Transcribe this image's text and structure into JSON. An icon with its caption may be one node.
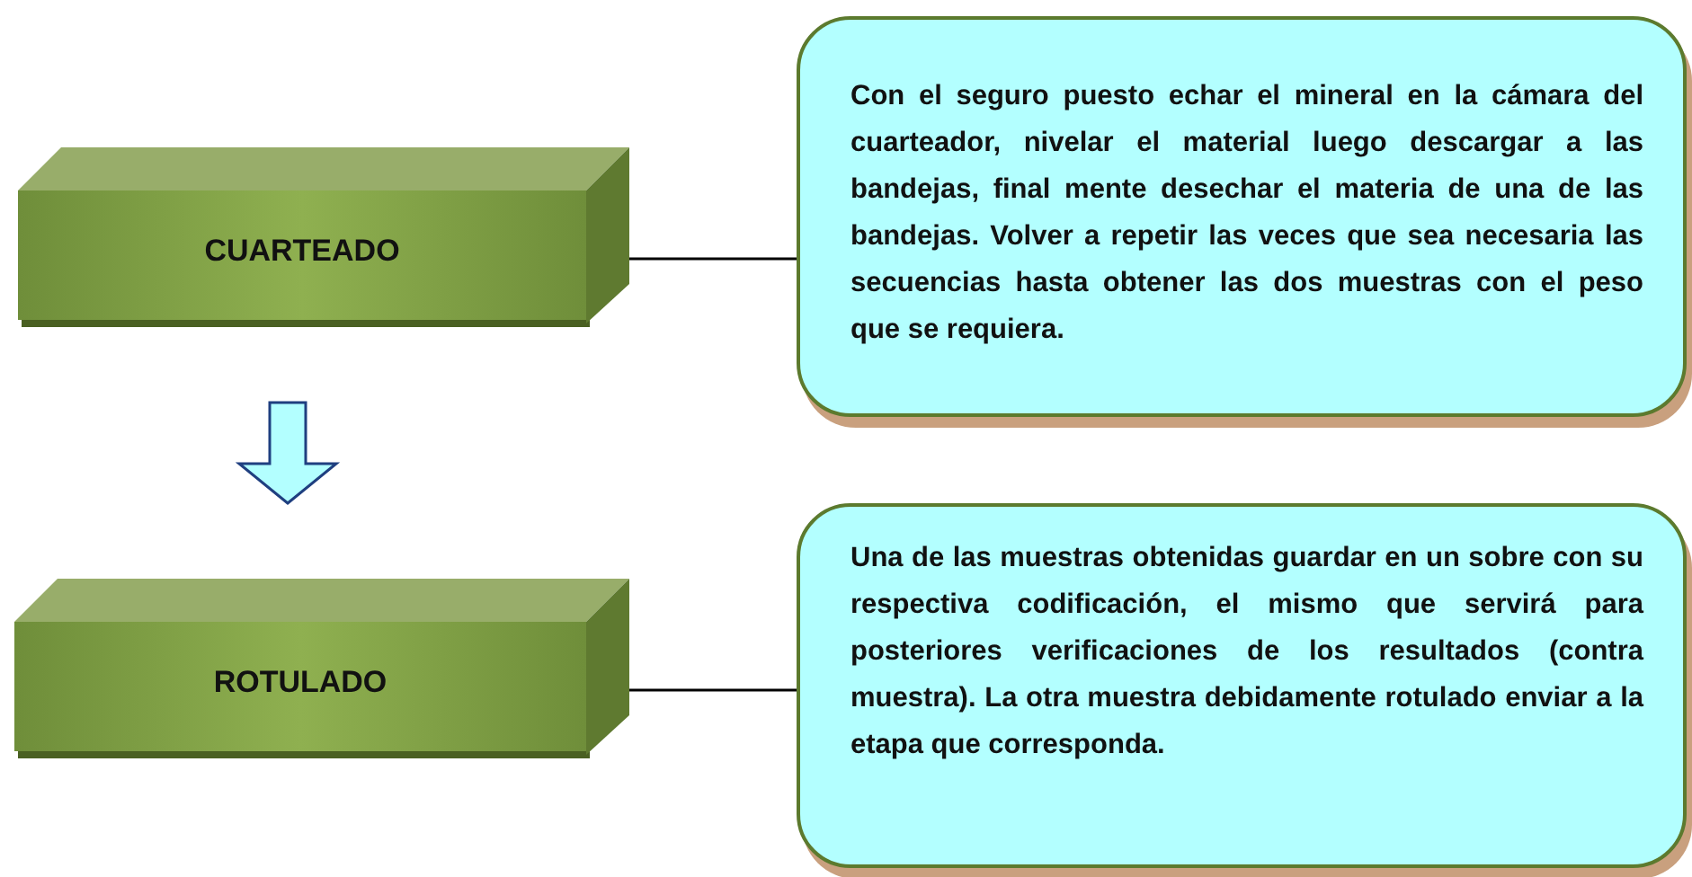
{
  "diagram": {
    "nodes": [
      {
        "text": [
          "CUARTEADO"
        ]
      },
      {
        "text": [
          "Con el seguro puesto echar el mineral en la cámara del cuarteador, nivelar el material luego descargar a las bandejas, final mente desechar el materia de una de las bandejas. Volver a repetir las veces que sea necesaria las secuencias hasta obtener las dos muestras con el peso que se requiera."
        ]
      },
      {
        "text": [
          "ROTULADO"
        ]
      },
      {
        "text": [
          "Una de las muestras obtenidas guardar en un sobre con su respectiva codificación, el mismo que servirá para posteriores verificaciones de los resultados (contra muestra). La otra muestra debidamente rotulado enviar a la etapa que corresponda."
        ]
      }
    ],
    "edges": [
      {
        "from": 0,
        "to": 1,
        "arrow": "none"
      },
      {
        "from": 0,
        "to": 2,
        "arrow": "to",
        "style": "thick",
        "color": "#b3ffff"
      },
      {
        "from": 2,
        "to": 3,
        "arrow": "none"
      }
    ]
  }
}
